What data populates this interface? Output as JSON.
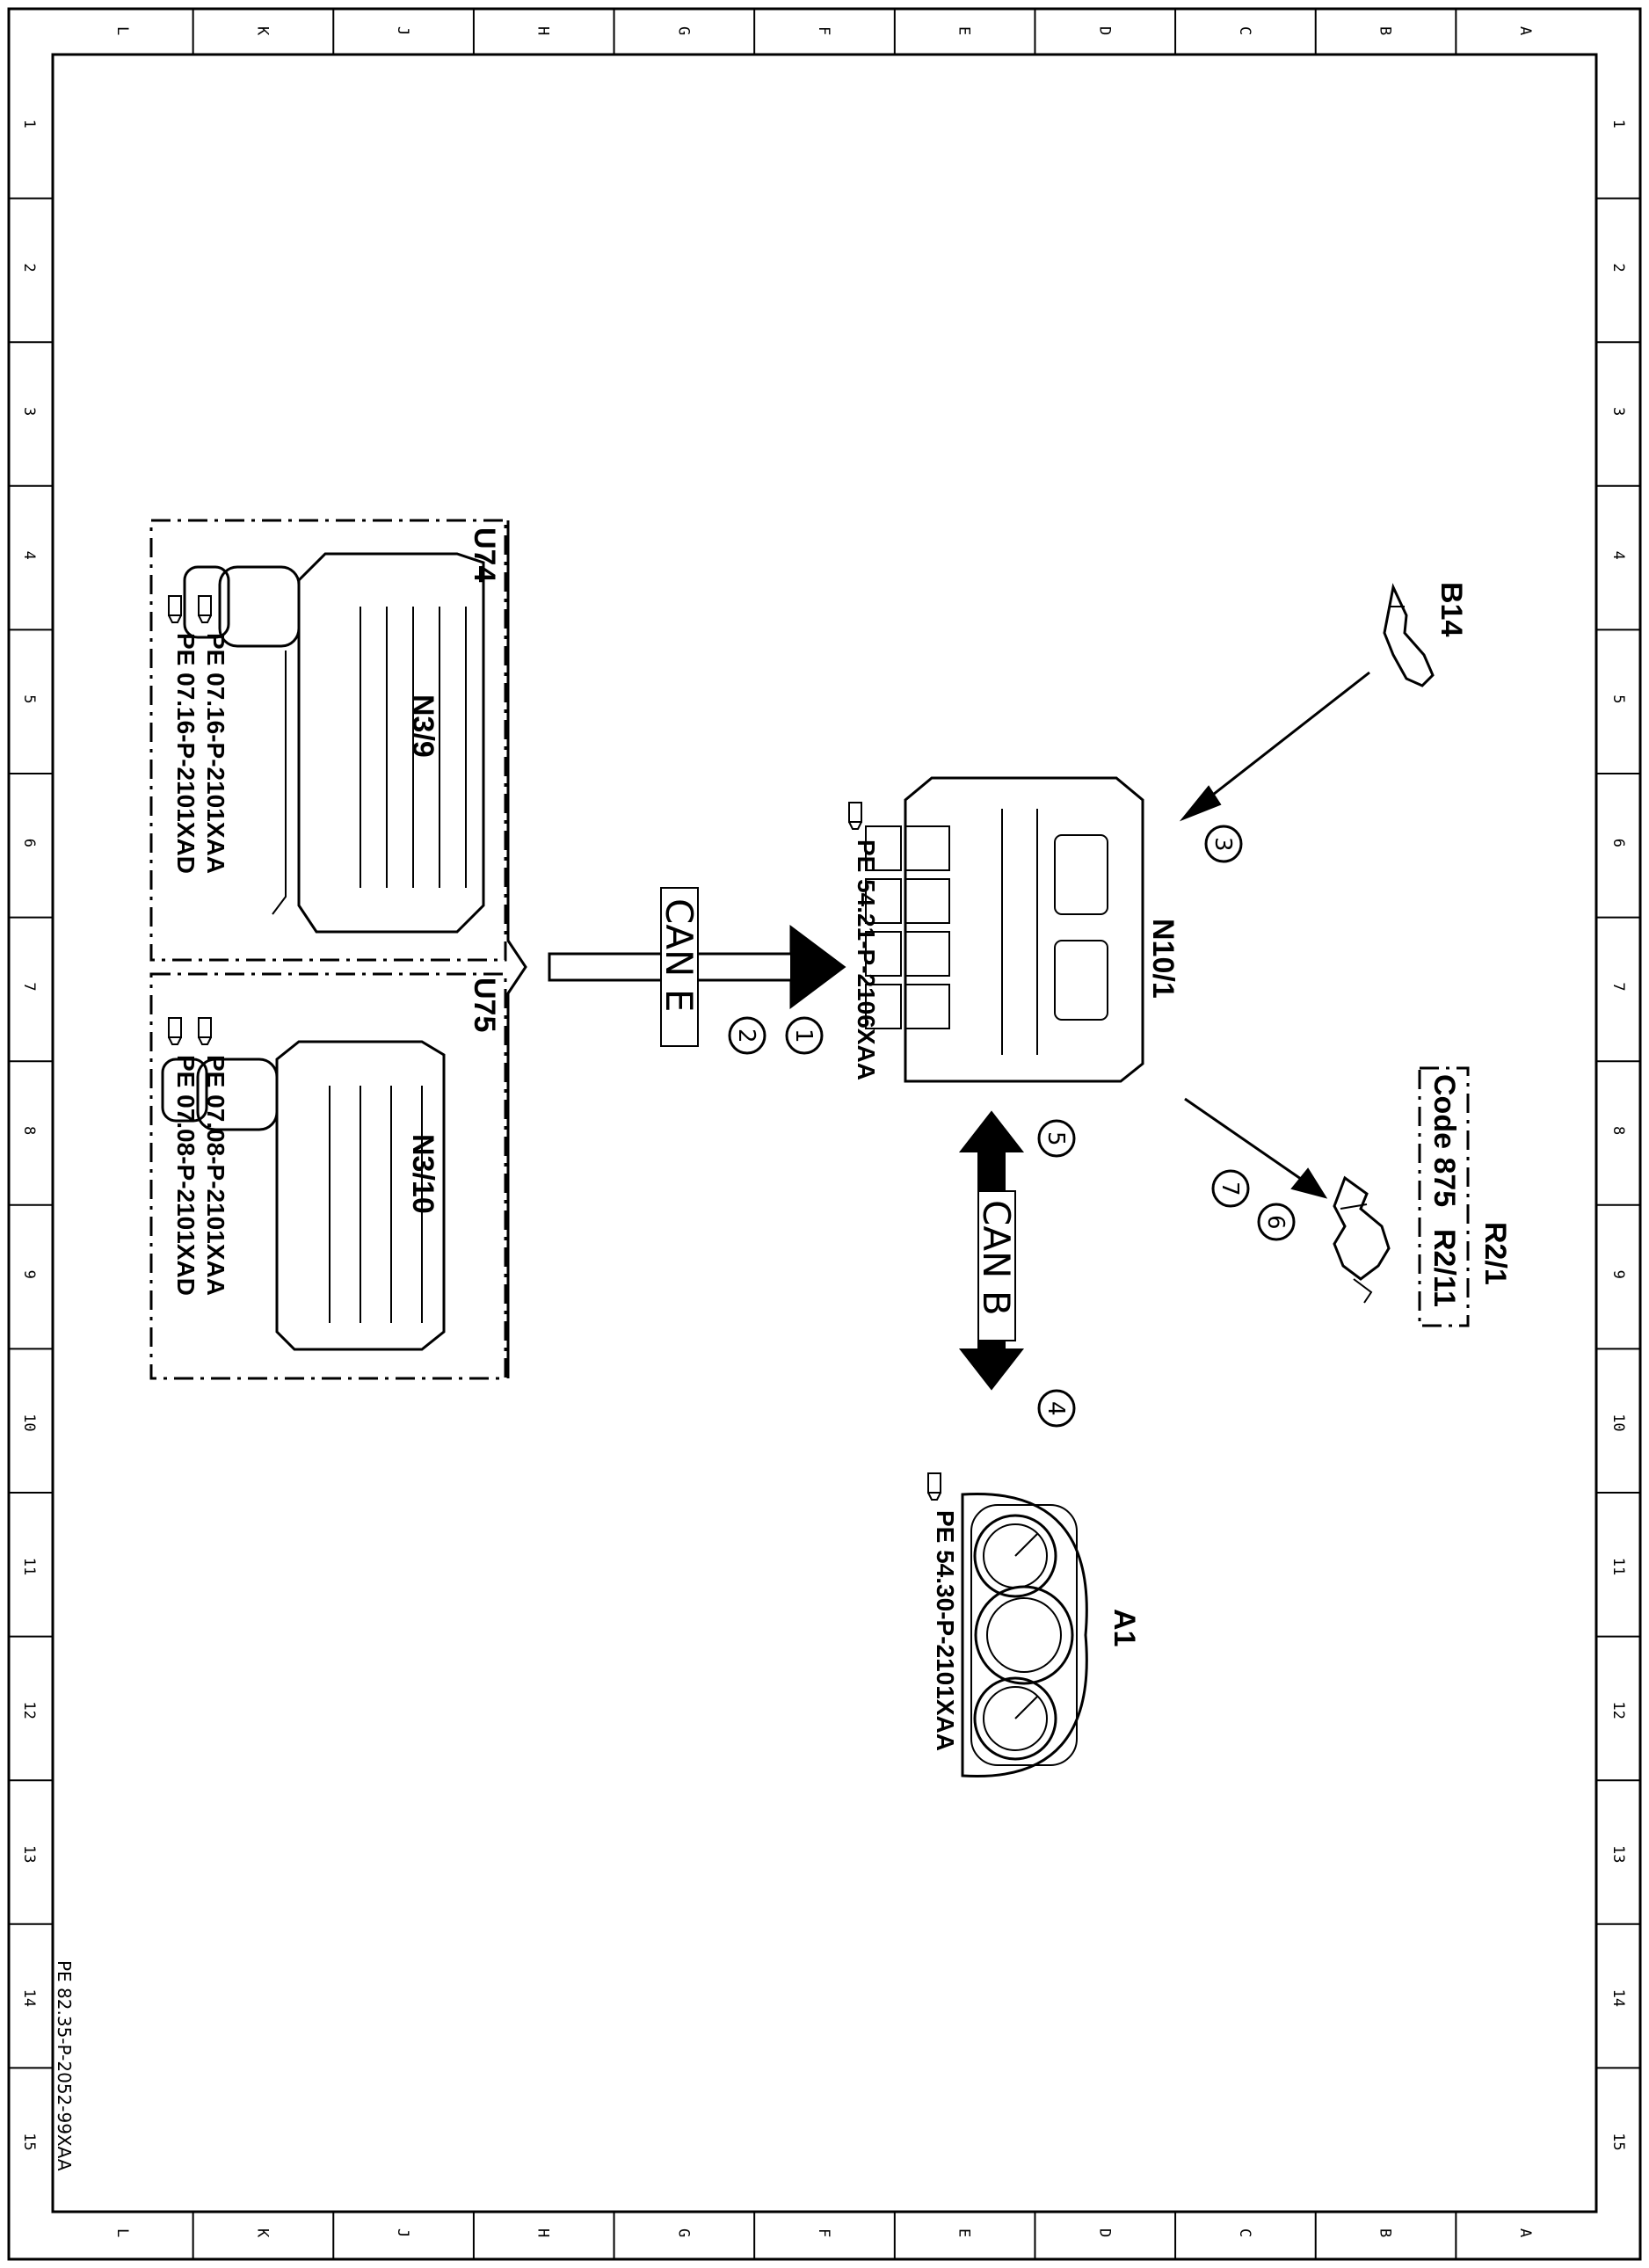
{
  "frame": {
    "letters": [
      "L",
      "K",
      "J",
      "H",
      "G",
      "F",
      "E",
      "D",
      "C",
      "B",
      "A"
    ],
    "numbers": [
      "1",
      "2",
      "3",
      "4",
      "5",
      "6",
      "7",
      "8",
      "9",
      "10",
      "11",
      "12",
      "13",
      "14",
      "15"
    ]
  },
  "document_ref": "PE 82.35-P-2052-99XAA",
  "groups": {
    "u74": {
      "label": "U74",
      "component": "N3/9",
      "refs": [
        "PE 07.16-P-2101XAA",
        "PE 07.16-P-2101XAD"
      ]
    },
    "u75": {
      "label": "U75",
      "component": "N3/10",
      "refs": [
        "PE 07.08-P-2101XAA",
        "PE 07.08-P-2101XAD"
      ]
    }
  },
  "buses": {
    "can_e": "CAN E",
    "can_b": "CAN B"
  },
  "components": {
    "n10_1": {
      "label": "N10/1",
      "ref": "PE 54.21-P-2106XAA"
    },
    "b14": {
      "label": "B14"
    },
    "a1": {
      "label": "A1",
      "ref": "PE 54.30-P-2101XAA"
    },
    "r2_1": {
      "label": "R2/1",
      "code": "Code 875",
      "alt": "R2/11"
    }
  },
  "signals": [
    "1",
    "2",
    "3",
    "4",
    "5",
    "6",
    "7"
  ],
  "icons": {
    "pointer": "pointing-hand-icon"
  }
}
